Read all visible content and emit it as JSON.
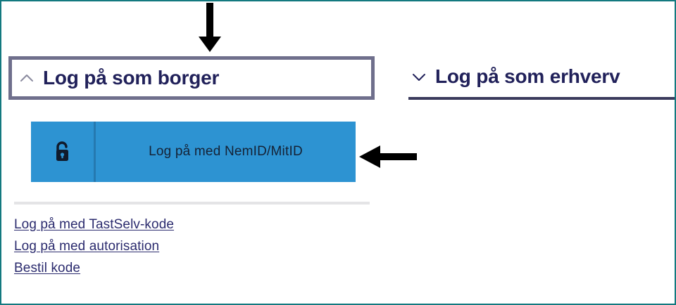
{
  "page": {
    "border_color": "#13797f",
    "background": "#ffffff"
  },
  "accordion": {
    "items": [
      {
        "id": "borger",
        "label": "Log på som borger",
        "chevron": "chevron-up-icon",
        "expanded": true,
        "highlighted": true,
        "highlight_color": "#6f6f8c",
        "text_color": "#21215a"
      },
      {
        "id": "erhverv",
        "label": "Log på som erhverv",
        "chevron": "chevron-down-icon",
        "expanded": false,
        "highlighted": false,
        "underline_color": "#3a3a5c",
        "text_color": "#21215a"
      }
    ]
  },
  "primary_button": {
    "label": "Log på med NemID/MitID",
    "icon": "unlocked-padlock-icon",
    "background_color": "#2d93d2",
    "divider_color": "#2579b0",
    "text_color": "#152235"
  },
  "divider": {
    "color": "#e4e4e6"
  },
  "links": [
    {
      "id": "tastselv-kode",
      "label": "Log på med TastSelv-kode"
    },
    {
      "id": "autorisation",
      "label": "Log på med autorisation"
    },
    {
      "id": "bestil-kode",
      "label": "Bestil kode"
    }
  ],
  "annotations": [
    {
      "id": "arrow-to-borger-header",
      "icon": "arrow-down-icon",
      "direction": "down",
      "color": "#000000"
    },
    {
      "id": "arrow-to-login-button",
      "icon": "arrow-left-icon",
      "direction": "left",
      "color": "#000000"
    }
  ]
}
